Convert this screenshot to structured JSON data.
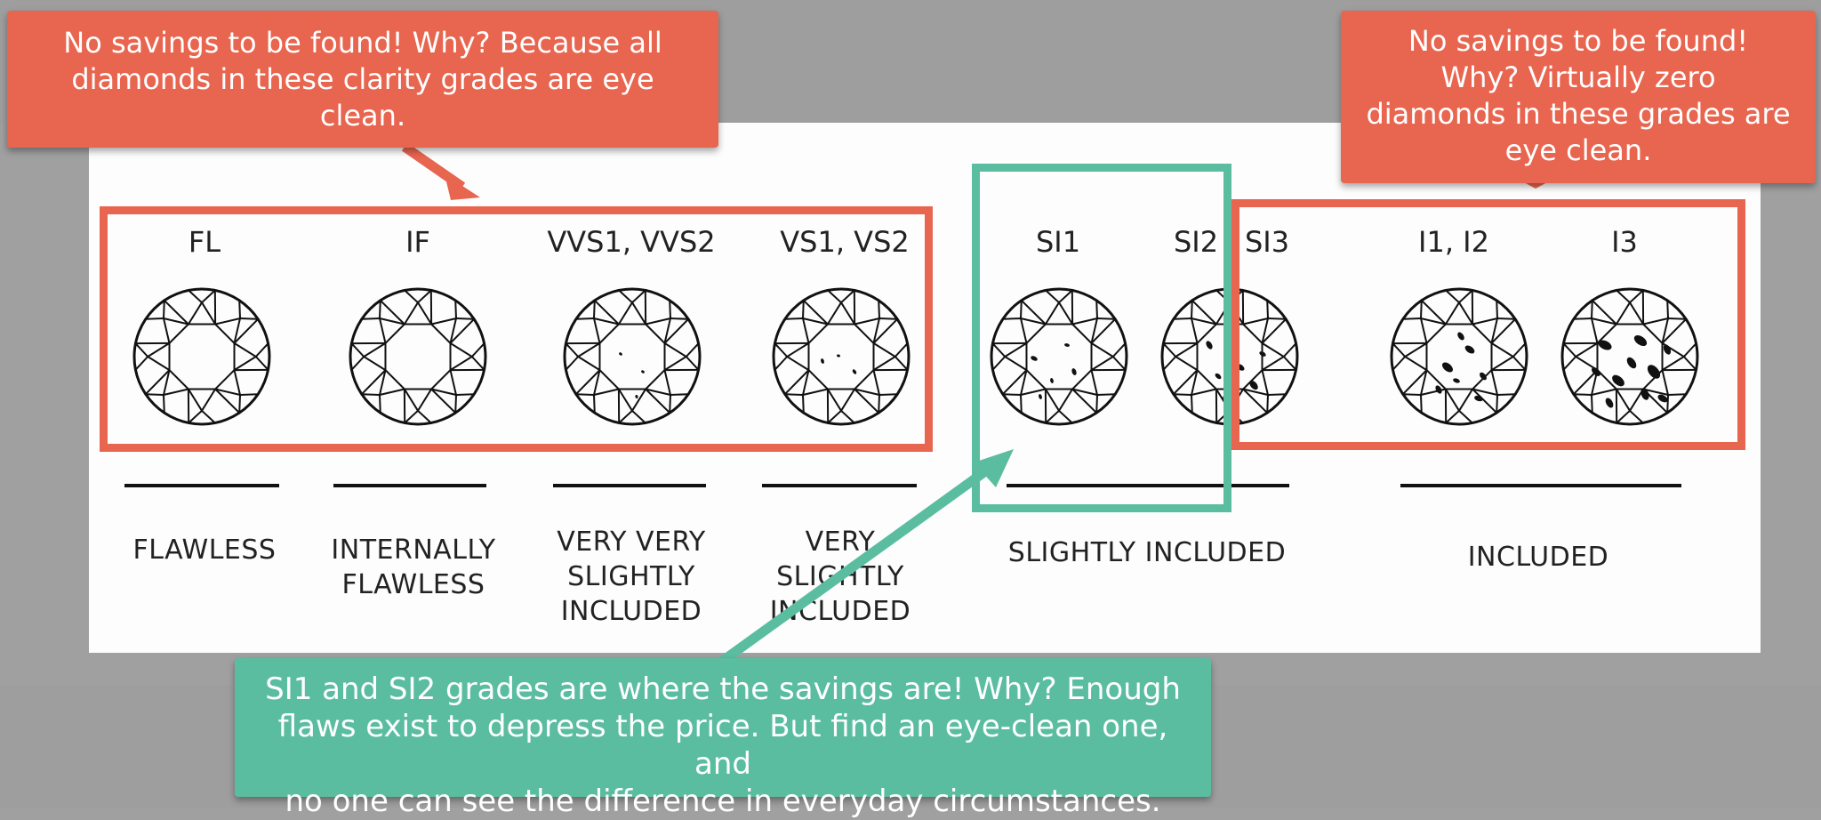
{
  "grades": [
    {
      "key": "fl",
      "label": "FL"
    },
    {
      "key": "if",
      "label": "IF"
    },
    {
      "key": "vvs",
      "label": "VVS1, VVS2"
    },
    {
      "key": "vs",
      "label": "VS1, VS2"
    },
    {
      "key": "si1",
      "label": "SI1"
    },
    {
      "key": "si2",
      "label": "SI2"
    },
    {
      "key": "si3",
      "label": "SI3"
    },
    {
      "key": "i12",
      "label": "I1, I2"
    },
    {
      "key": "i3",
      "label": "I3"
    }
  ],
  "descriptions": {
    "flawless": [
      "FLAWLESS"
    ],
    "internally_flawless": [
      "INTERNALLY",
      "FLAWLESS"
    ],
    "vvs": [
      "VERY VERY",
      "SLIGHTLY",
      "INCLUDED"
    ],
    "vs": [
      "VERY",
      "SLIGHTLY",
      "INCLUDED"
    ],
    "slightly_included": [
      "SLIGHTLY INCLUDED"
    ],
    "included": [
      "INCLUDED"
    ]
  },
  "callouts": {
    "top_left": [
      "No savings to be found! Why? Because all",
      "diamonds in these clarity grades are eye",
      "clean."
    ],
    "top_right": [
      "No savings to be found!",
      "Why? Virtually zero",
      "diamonds in these grades are",
      "eye clean."
    ],
    "bottom": [
      "SI1 and SI2 grades are where the savings are! Why? Enough",
      "flaws exist to depress the price. But find an eye-clean one, and",
      "no one can see the difference in everyday circumstances."
    ]
  },
  "colors": {
    "highlight_red": "#e8654f",
    "highlight_green": "#5bbd9f",
    "background_gray": "#9e9e9e",
    "panel": "#fdfdfd"
  },
  "icons": {
    "diamond": "round-brilliant-diamond-icon"
  }
}
